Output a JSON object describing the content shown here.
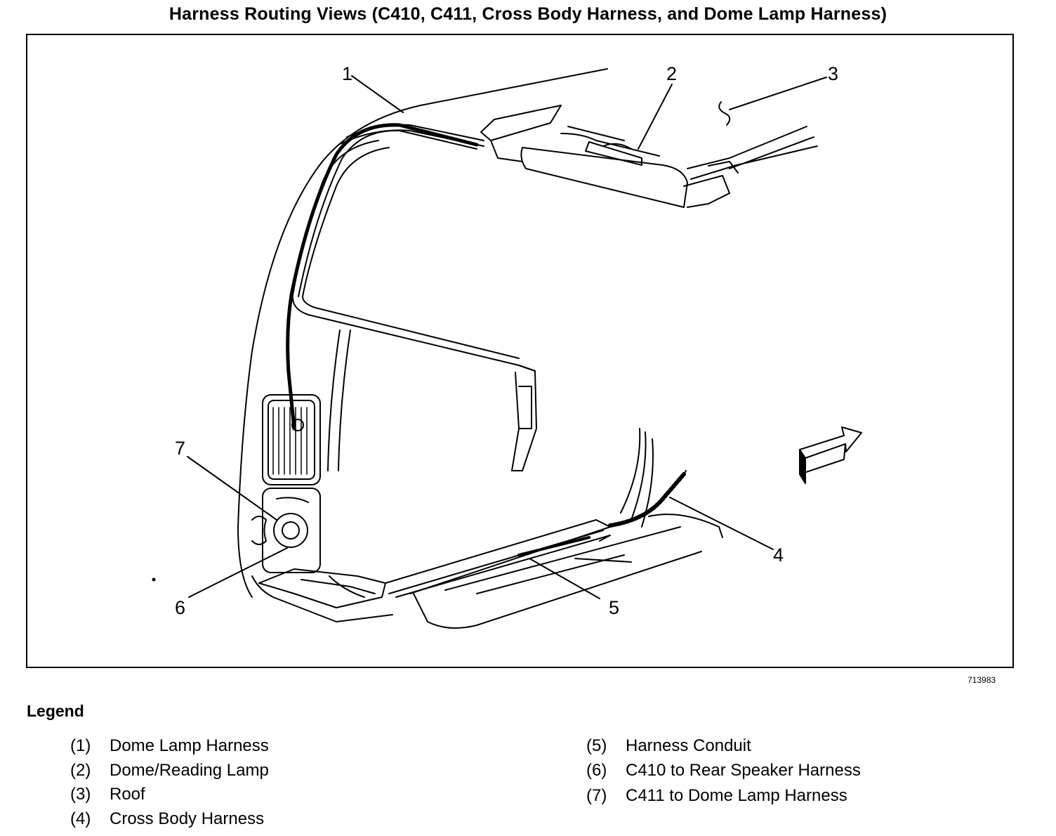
{
  "title": "Harness Routing Views (C410, C411, Cross Body Harness, and Dome Lamp Harness)",
  "figure_id": "713983",
  "callouts": [
    "1",
    "2",
    "3",
    "4",
    "5",
    "6",
    "7"
  ],
  "legend": {
    "title": "Legend",
    "items": [
      {
        "num": "(1)",
        "label": "Dome Lamp Harness"
      },
      {
        "num": "(2)",
        "label": "Dome/Reading Lamp"
      },
      {
        "num": "(3)",
        "label": "Roof"
      },
      {
        "num": "(4)",
        "label": "Cross Body Harness"
      },
      {
        "num": "(5)",
        "label": "Harness Conduit"
      },
      {
        "num": "(6)",
        "label": "C410 to Rear Speaker Harness"
      },
      {
        "num": "(7)",
        "label": "C411 to Dome Lamp Harness"
      }
    ]
  }
}
